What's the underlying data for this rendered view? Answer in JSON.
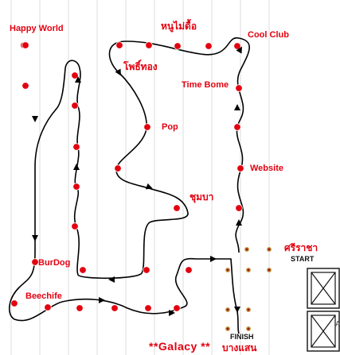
{
  "labels": {
    "happy_world": "Happy World",
    "hnu_mai_dueu": "หนูไม่ดื้อ",
    "cool_club": "Cool Club",
    "pho_thong": "โพธิ์ทอง",
    "time_bome": "Time Bome",
    "pop": "Pop",
    "website": "Website",
    "chum_ba": "ชุมบา",
    "si_racha": "ศรีราชา",
    "start": "START",
    "burdog": "BurDog",
    "beechife": "Beechife",
    "finish": "FINISH",
    "bang_saen": "บางแสน",
    "galacy": "**Galacy **",
    "edge_char": "A"
  },
  "colors": {
    "stop_fill": "#e3000f",
    "stop_stroke": "#ffffff",
    "route": "#000000",
    "label_red": "#e3000f",
    "grid_line": "#dddddd",
    "station_dot": "#9b1c1c",
    "station_ring": "#c9a24a"
  },
  "icons": {
    "direction": "arrow-head-icon",
    "stop": "red-dot-icon",
    "station": "small-ring-dot-icon",
    "legend": "crossed-box-icon"
  }
}
